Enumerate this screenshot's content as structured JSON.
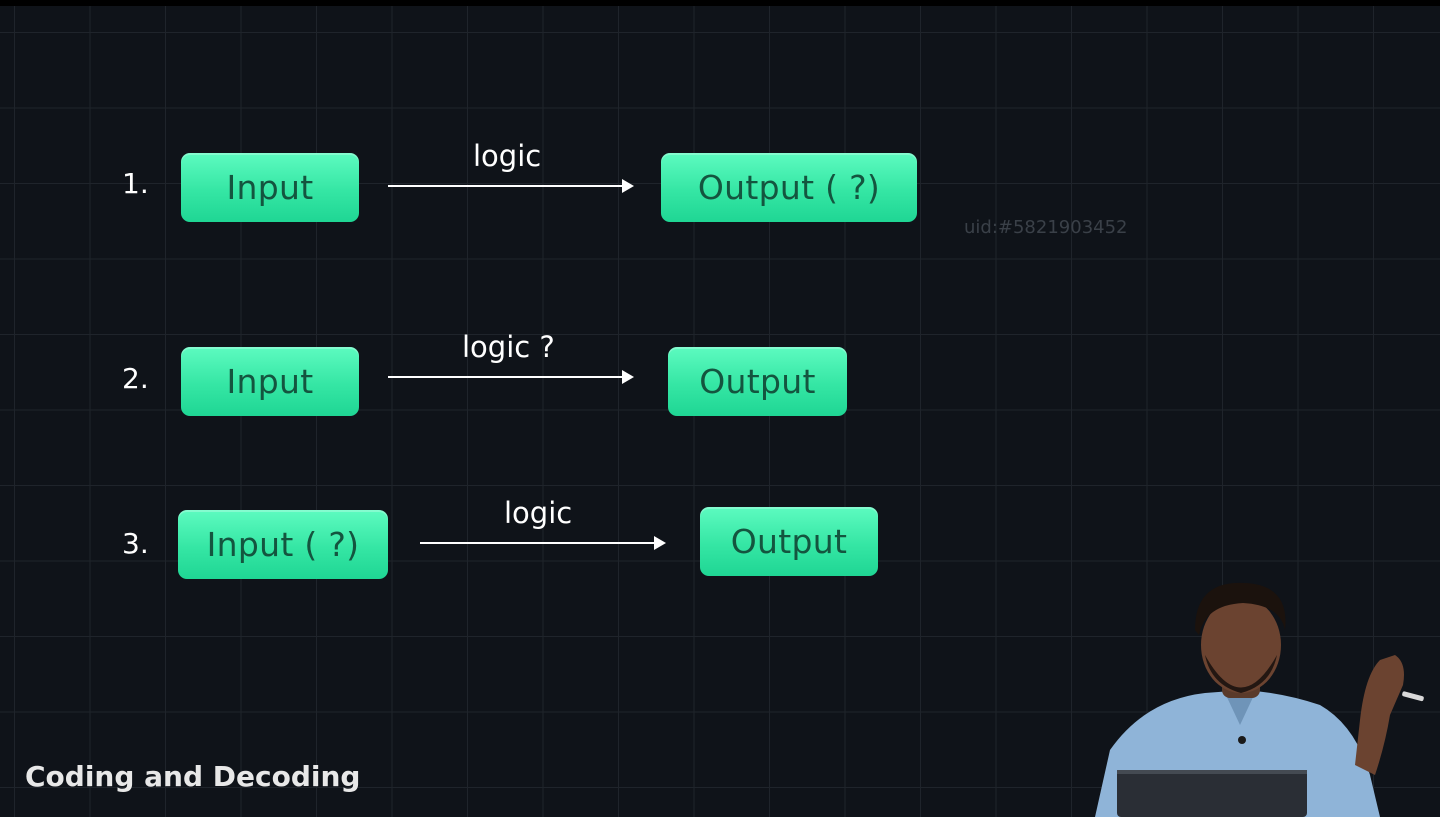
{
  "rows": [
    {
      "number": "1.",
      "input": "Input",
      "logic": "logic",
      "output": "Output ( ?)"
    },
    {
      "number": "2.",
      "input": "Input",
      "logic": "logic ?",
      "output": "Output"
    },
    {
      "number": "3.",
      "input": "Input ( ?)",
      "logic": "logic",
      "output": "Output"
    }
  ],
  "watermark": "uid:#5821903452",
  "footer_title": "Coding and Decoding",
  "colors": {
    "background": "#0f1319",
    "pill": "#35e6a4",
    "pill_text": "#14553f"
  }
}
